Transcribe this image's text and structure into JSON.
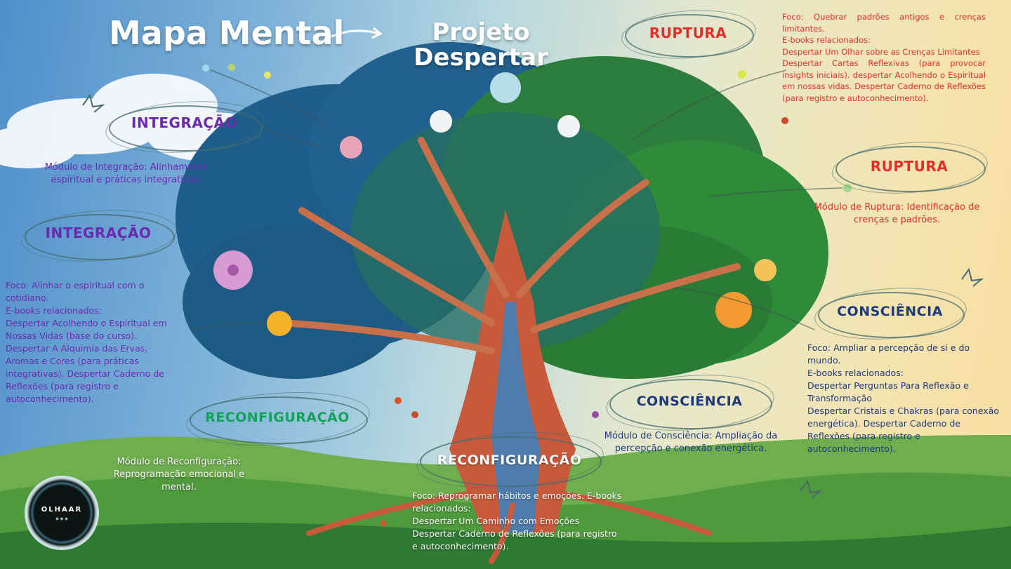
{
  "header": {
    "left_title": "Mapa Mental",
    "center_title_line1": "Projeto",
    "center_title_line2": "Despertar"
  },
  "nodes": {
    "integracao_top": {
      "label": "INTEGRAÇÃO",
      "text": "Módulo de Integração: Alinhamento espiritual e práticas integrativas."
    },
    "integracao_left": {
      "label": "INTEGRAÇÃO",
      "text": "Foco: Alinhar o espiritual com o cotidiano.\nE-books relacionados:\nDespertar Acolhendo o Espiritual em Nossas Vidas (base do curso). Despertar A Alquimia das Ervas, Aromas e Cores (para práticas integrativas). Despertar Caderno de Reflexões (para registro e autoconhecimento)."
    },
    "ruptura_top": {
      "label": "RUPTURA",
      "text": "Foco: Quebrar padrões antigos e crenças limitantes.\nE-books relacionados:\nDespertar Um Olhar sobre as Crenças Limitantes\nDespertar Cartas Reflexivas (para provocar insights iniciais). despertar Acolhendo o Espiritual em nossas vidas. Despertar Caderno de Reflexões (para registro e autoconhecimento)."
    },
    "ruptura_right": {
      "label": "RUPTURA",
      "text": "Módulo de Ruptura: Identificação de crenças e padrões."
    },
    "consciencia_right": {
      "label": "CONSCIÊNCIA",
      "text": "Foco: Ampliar a percepção de si e do mundo.\nE-books relacionados:\nDespertar Perguntas Para Reflexão e Transformação\nDespertar Cristais e Chakras (para conexão energética). Despertar Caderno de Reflexões (para registro e autoconhecimento)."
    },
    "consciencia_center": {
      "label": "CONSCIÊNCIA",
      "text": "Módulo de Consciência: Ampliação da percepção e conexão energética."
    },
    "reconfig_left": {
      "label": "RECONFIGURAÇÃO",
      "text": "Módulo de Reconfiguração: Reprogramação emocional e mental."
    },
    "reconfig_bottom": {
      "label": "RECONFIGURAÇÃO",
      "text": "Foco: Reprogramar hábitos e emoções. E-books relacionados:\nDespertar Um Caminho com Emoções\nDespertar Caderno de Reflexões (para registro e autoconhecimento)."
    }
  },
  "logo": {
    "name": "OLHAAR"
  },
  "colors": {
    "integracao": "#6a2bb0",
    "ruptura": "#e0302a",
    "consciencia": "#1f3a7a",
    "reconfiguracao": "#12a35a"
  }
}
